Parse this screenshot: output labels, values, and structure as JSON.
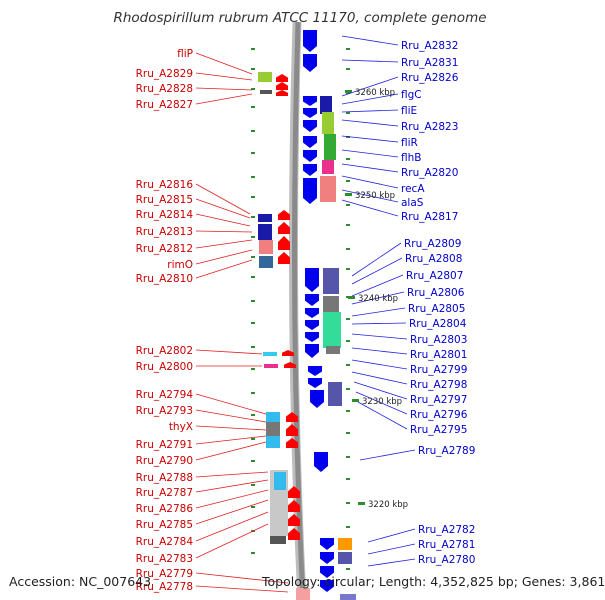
{
  "title": "Rhodospirillum rubrum ATCC 11170, complete genome",
  "footer": {
    "accession": "Accession: NC_007643",
    "summary": "Topology: circular; Length: 4,352,825 bp; Genes: 3,861"
  },
  "colors": {
    "left_labels": "#cc0000",
    "right_labels": "#0000cc",
    "backbone": "#8a8a8a",
    "left_genes": "#ff0000",
    "right_genes": "#0000ee",
    "gc_tick": "#2e8b2e"
  },
  "scale_marks": [
    {
      "label": "3260 kbp"
    },
    {
      "label": "3250 kbp"
    },
    {
      "label": "3240 kbp"
    },
    {
      "label": "3230 kbp"
    },
    {
      "label": "3220 kbp"
    }
  ],
  "left_genes": [
    {
      "label": "fliP"
    },
    {
      "label": "Rru_A2829"
    },
    {
      "label": "Rru_A2828"
    },
    {
      "label": "Rru_A2827"
    },
    {
      "label": "Rru_A2816"
    },
    {
      "label": "Rru_A2815"
    },
    {
      "label": "Rru_A2814"
    },
    {
      "label": "Rru_A2813"
    },
    {
      "label": "Rru_A2812"
    },
    {
      "label": "rimO"
    },
    {
      "label": "Rru_A2810"
    },
    {
      "label": "Rru_A2802"
    },
    {
      "label": "Rru_A2800"
    },
    {
      "label": "Rru_A2794"
    },
    {
      "label": "Rru_A2793"
    },
    {
      "label": "thyX"
    },
    {
      "label": "Rru_A2791"
    },
    {
      "label": "Rru_A2790"
    },
    {
      "label": "Rru_A2788"
    },
    {
      "label": "Rru_A2787"
    },
    {
      "label": "Rru_A2786"
    },
    {
      "label": "Rru_A2785"
    },
    {
      "label": "Rru_A2784"
    },
    {
      "label": "Rru_A2783"
    },
    {
      "label": "Rru_A2779"
    },
    {
      "label": "Rru_A2778"
    }
  ],
  "right_genes": [
    {
      "label": "Rru_A2832"
    },
    {
      "label": "Rru_A2831"
    },
    {
      "label": "Rru_A2826"
    },
    {
      "label": "flgC"
    },
    {
      "label": "fliE"
    },
    {
      "label": "Rru_A2823"
    },
    {
      "label": "fliR"
    },
    {
      "label": "flhB"
    },
    {
      "label": "Rru_A2820"
    },
    {
      "label": "recA"
    },
    {
      "label": "alaS"
    },
    {
      "label": "Rru_A2817"
    },
    {
      "label": "Rru_A2809"
    },
    {
      "label": "Rru_A2808"
    },
    {
      "label": "Rru_A2807"
    },
    {
      "label": "Rru_A2806"
    },
    {
      "label": "Rru_A2805"
    },
    {
      "label": "Rru_A2804"
    },
    {
      "label": "Rru_A2803"
    },
    {
      "label": "Rru_A2801"
    },
    {
      "label": "Rru_A2799"
    },
    {
      "label": "Rru_A2798"
    },
    {
      "label": "Rru_A2797"
    },
    {
      "label": "Rru_A2796"
    },
    {
      "label": "Rru_A2795"
    },
    {
      "label": "Rru_A2789"
    },
    {
      "label": "Rru_A2782"
    },
    {
      "label": "Rru_A2781"
    },
    {
      "label": "Rru_A2780"
    }
  ]
}
